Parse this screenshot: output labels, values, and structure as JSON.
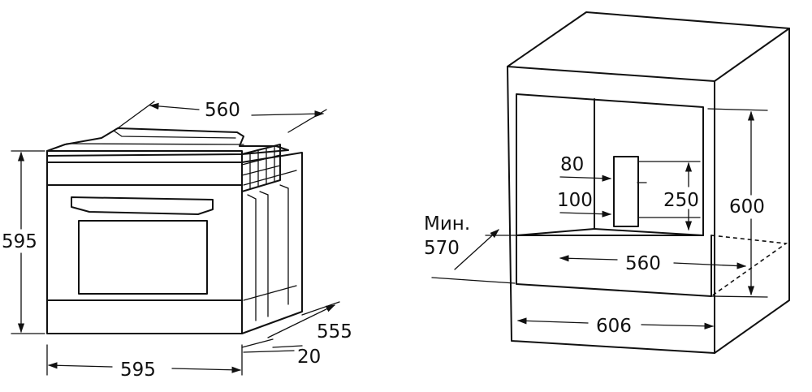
{
  "oven": {
    "dim_width_top": "560",
    "dim_height": "595",
    "dim_width_bottom": "595",
    "dim_depth": "555",
    "dim_panel": "20"
  },
  "niche": {
    "dim_80": "80",
    "dim_100": "100",
    "dim_250": "250",
    "dim_600": "600",
    "dim_min_prefix": "Мин.",
    "dim_min_value": "570",
    "dim_560": "560",
    "dim_606": "606"
  }
}
